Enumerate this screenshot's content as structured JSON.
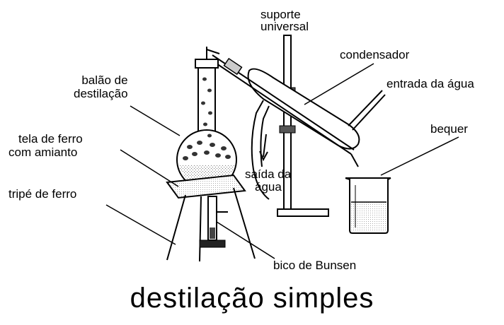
{
  "title": "destilação simples",
  "labels": {
    "suporte_line1": "suporte",
    "suporte_line2": "universal",
    "condensador": "condensador",
    "entrada": "entrada da água",
    "balao_line1": "balão de",
    "balao_line2": "destilação",
    "tela_line1": "tela de ferro",
    "tela_line2": "com amianto",
    "bequer": "bequer",
    "saida_line1": "saída da",
    "saida_line2": "água",
    "tripe": "tripé de ferro",
    "bico": "bico de Bunsen"
  }
}
